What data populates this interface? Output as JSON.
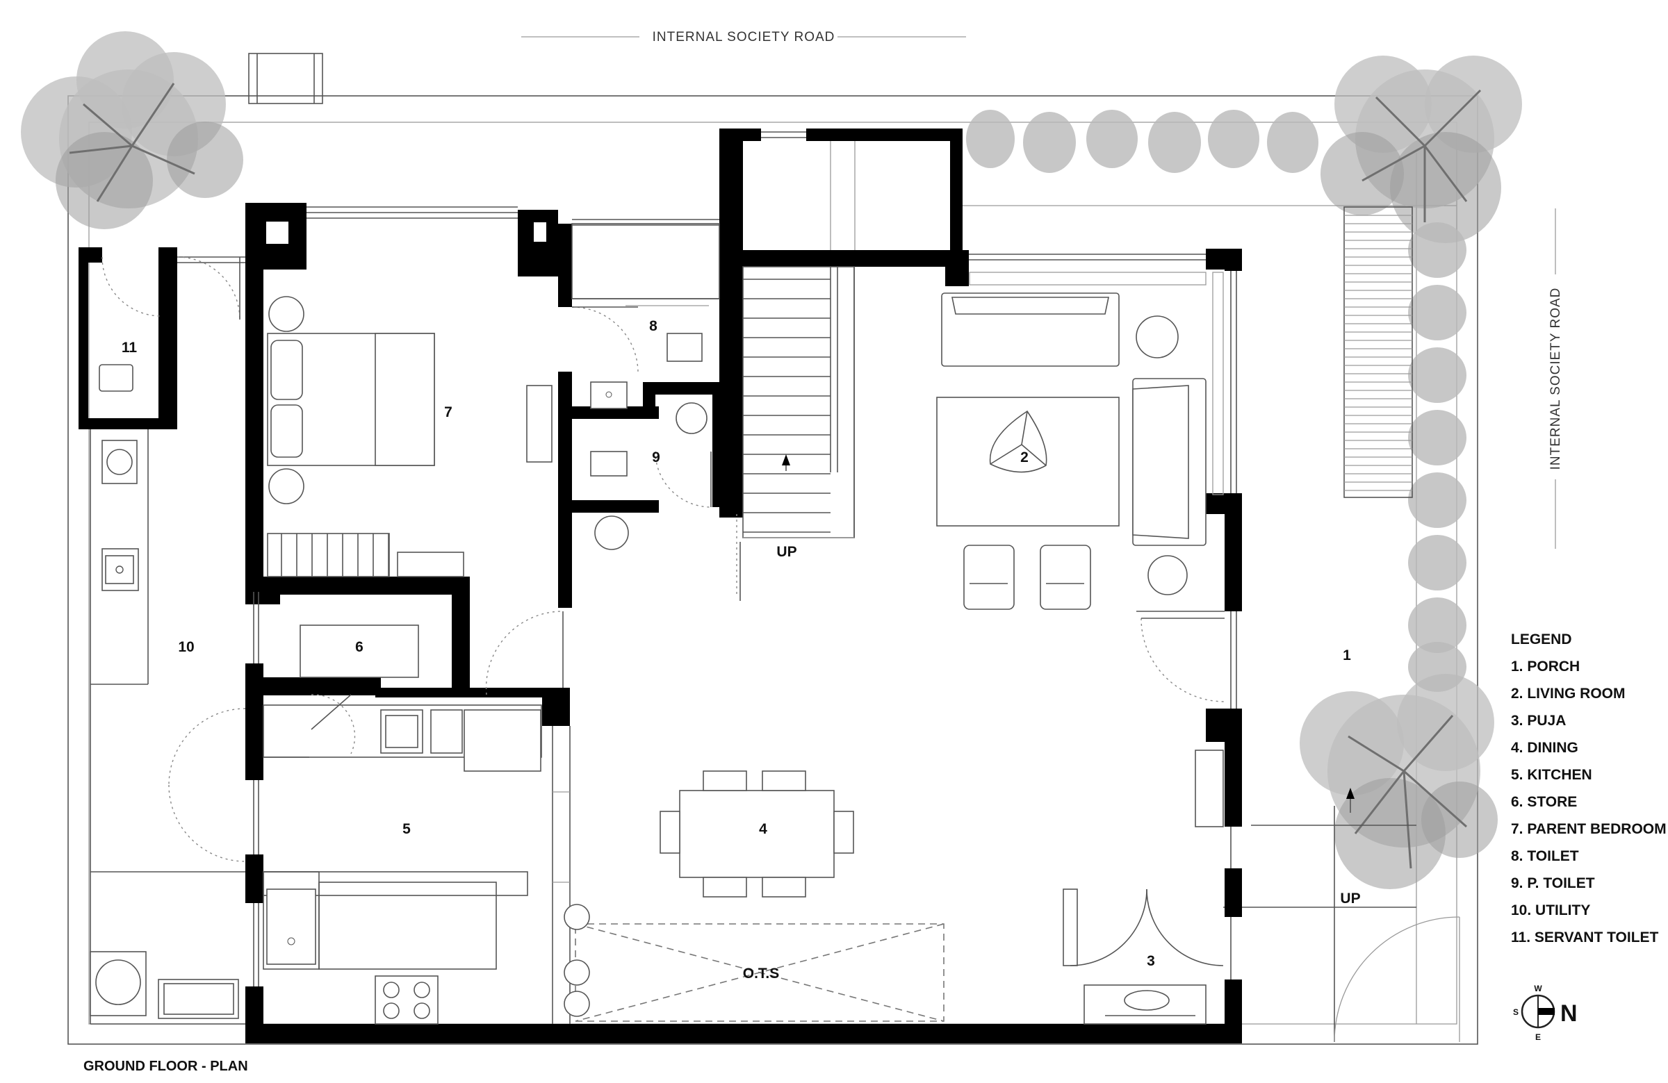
{
  "roads": {
    "top": "INTERNAL SOCIETY ROAD",
    "right": "INTERNAL SOCIETY ROAD"
  },
  "rooms": {
    "r1": "1",
    "r2": "2",
    "r3": "3",
    "r4": "4",
    "r5": "5",
    "r6": "6",
    "r7": "7",
    "r8": "8",
    "r9": "9",
    "r10": "10",
    "r11": "11"
  },
  "annotations": {
    "up_stair": "UP",
    "up_porch": "UP",
    "ots": "O.T.S"
  },
  "legend": {
    "title": "LEGEND",
    "items": [
      "1. PORCH",
      "2. LIVING ROOM",
      "3. PUJA",
      "4. DINING",
      "5. KITCHEN",
      "6. STORE",
      "7. PARENT BEDROOM",
      "8. TOILET",
      "9. P. TOILET",
      "10. UTILITY",
      "11. SERVANT TOILET"
    ]
  },
  "compass": {
    "n": "N",
    "s": "S",
    "e": "E",
    "w": "W"
  },
  "caption": "GROUND FLOOR - PLAN"
}
